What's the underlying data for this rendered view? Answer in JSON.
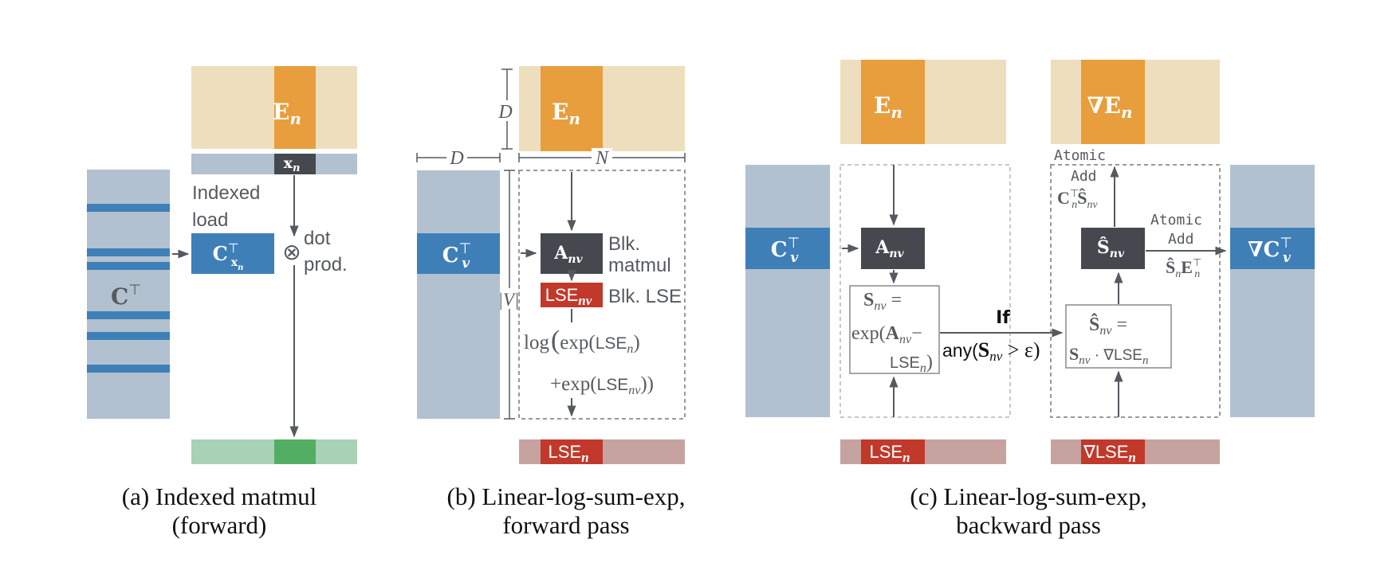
{
  "colors": {
    "beige": "#eddfbd",
    "orange": "#e89e3c",
    "slate": "#b1c1cf",
    "blue": "#3f7fb8",
    "dark": "#45494f",
    "red": "#c0392b",
    "pink": "#c7a39f",
    "mint": "#a8d1b6",
    "green": "#52ae62",
    "arrow": "#555a60",
    "dash": "#9a9a9a",
    "dashLight": "#c8c8c8"
  },
  "panel_a": {
    "top_block": "E",
    "top_block_sub": "n",
    "index_row": "x",
    "index_row_sub": "n",
    "left_block": "C",
    "gathered_block": "C",
    "gathered_block_sub": "x",
    "gathered_block_subsub": "n",
    "transpose": "⊤",
    "indexed_label_1": "Indexed",
    "indexed_label_2": "load",
    "otimes": "⊗",
    "dot_label_1": "dot",
    "dot_label_2": "prod.",
    "caption_line1": "(a) Indexed matmul",
    "caption_line2": "(forward)"
  },
  "panel_b": {
    "top_block": "E",
    "top_block_sub": "n",
    "dim_D_vertical": "D",
    "dim_D_horizontal": "D",
    "dim_N": "N",
    "dim_V": "|V|",
    "left_block": "C",
    "left_block_sub": "v",
    "transpose": "⊤",
    "matmul_box": "A",
    "matmul_box_sub": "nv",
    "matmul_label_1": "Blk.",
    "matmul_label_2": "matmul",
    "lse_box": "LSE",
    "lse_box_sub": "nv",
    "lse_label": "Blk. LSE",
    "formula_line1_a": "log",
    "formula_line1_b": "exp(",
    "formula_line1_c": "LSE",
    "formula_line1_sub": "n",
    "formula_line1_d": ")",
    "formula_line2_a": "+exp(",
    "formula_line2_b": "LSE",
    "formula_line2_sub": "nv",
    "formula_line2_c": "))",
    "output_box": "LSE",
    "output_box_sub": "n",
    "caption_line1": "(b) Linear-log-sum-exp,",
    "caption_line2": "forward pass"
  },
  "panel_c": {
    "top_left_block": "E",
    "top_left_block_sub": "n",
    "top_right_block": "∇E",
    "top_right_block_sub": "n",
    "left_block": "C",
    "left_block_sub": "v",
    "right_block": "∇C",
    "right_block_sub": "v",
    "transpose": "⊤",
    "matmul_box": "A",
    "matmul_box_sub": "nv",
    "s_formula_1": "S",
    "s_formula_1_sub": "nv",
    "s_formula_eq": "=",
    "s_formula_2a": "exp(",
    "s_formula_2b": "A",
    "s_formula_2b_sub": "nv",
    "s_formula_2c": "−",
    "s_formula_3a": "LSE",
    "s_formula_3_sub": "n",
    "s_formula_3b": ")",
    "if_label": "If",
    "cond_a": "any(",
    "cond_b": "S",
    "cond_b_sub": "nv",
    "cond_c": " > ε)",
    "shat_box": "Ŝ",
    "shat_box_sub": "nv",
    "shat_formula_1": "Ŝ",
    "shat_formula_1_sub": "nv",
    "shat_formula_eq": "=",
    "shat_formula_2a": "S",
    "shat_formula_2a_sub": "nv",
    "shat_formula_2b": " · ∇LSE",
    "shat_formula_2b_sub": "n",
    "atomic_top_1": "Atomic",
    "atomic_top_2": "Add",
    "atomic_top_3a": "C",
    "atomic_top_3b": "Ŝ",
    "atomic_top_3_sub_n": "n",
    "atomic_top_3_sub_nv": "nv",
    "atomic_right_1": "Atomic",
    "atomic_right_2": "Add",
    "atomic_right_3a": "Ŝ",
    "atomic_right_3_sub": "n",
    "atomic_right_3b": "E",
    "atomic_right_3b_sub": "n",
    "lse_bottom": "LSE",
    "lse_bottom_sub": "n",
    "grad_lse_bottom": "∇LSE",
    "grad_lse_bottom_sub": "n",
    "caption_line1": "(c) Linear-log-sum-exp,",
    "caption_line2": "backward pass"
  }
}
